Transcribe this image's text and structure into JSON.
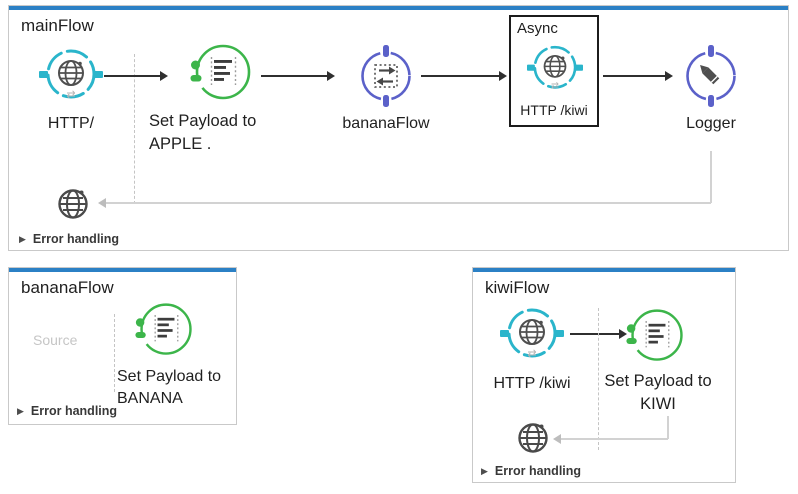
{
  "icons": {
    "expand_triangle": "▶",
    "transfer_arrows": "⇄",
    "http_listener_icon": "globe-with-connectors",
    "set_payload_icon": "document-list-lines",
    "flow_reference_icon": "loop-arrows",
    "logger_icon": "pencil",
    "message_source_icon": "globe"
  },
  "colors": {
    "flow_header_blue": "#2b80c5",
    "flow_border_gray": "#c9c9c9",
    "http_teal": "#2ab5cb",
    "payload_green": "#3cb54a",
    "core_purple": "#5b61c9",
    "async_border_black": "#1c1c1c",
    "arrow_black": "#2f2f2f",
    "return_path_gray": "#d2d2d2",
    "muted_text_gray": "#c6c6c6"
  },
  "main_flow": {
    "title": "mainFlow",
    "http_label": "HTTP/",
    "set_payload_line1": "Set Payload to",
    "set_payload_line2": "APPLE .",
    "flow_ref_label": "bananaFlow",
    "async_title": "Async",
    "async_http_label": "HTTP /kiwi",
    "logger_label": "Logger",
    "error_handling_label": "Error handling"
  },
  "banana_flow": {
    "title": "bananaFlow",
    "source_label": "Source",
    "set_payload_line1": "Set Payload to",
    "set_payload_line2": "BANANA",
    "error_handling_label": "Error handling"
  },
  "kiwi_flow": {
    "title": "kiwiFlow",
    "http_label": "HTTP /kiwi",
    "set_payload_line1": "Set Payload to",
    "set_payload_line2": "KIWI",
    "error_handling_label": "Error handling"
  }
}
